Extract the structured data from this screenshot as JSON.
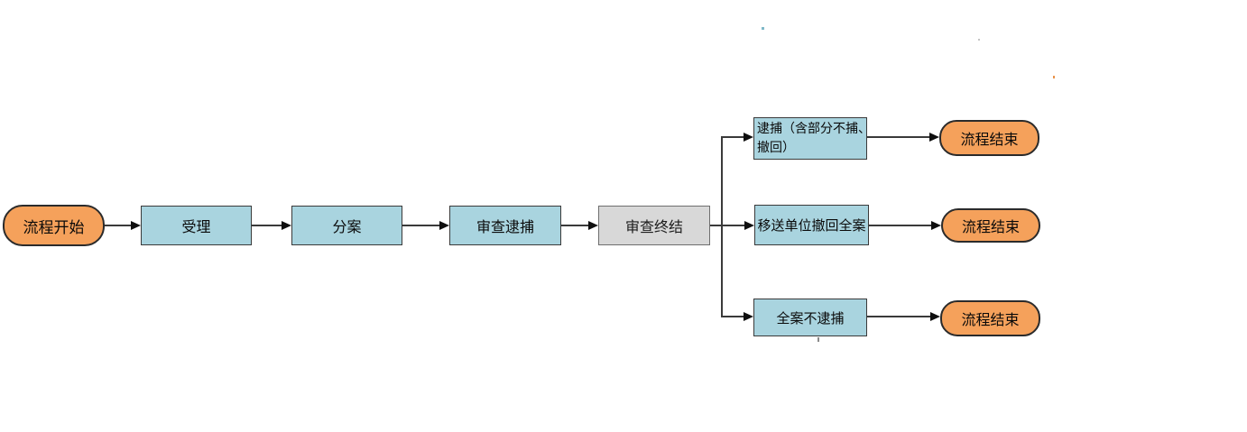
{
  "diagram": {
    "nodes": {
      "start": "流程开始",
      "step_accept": "受理",
      "step_assign": "分案",
      "step_review_arrest": "审查逮捕",
      "step_review_conclude": "审查终结",
      "branch_arrest_line1": "逮捕（含部分不捕、",
      "branch_arrest_line2": "撤回）",
      "branch_transfer_withdraw": "移送单位撤回全案",
      "branch_no_arrest": "全案不逮捕",
      "end_top": "流程结束",
      "end_mid": "流程结束",
      "end_bottom": "流程结束"
    },
    "colors": {
      "terminal_fill": "#F5A15B",
      "terminal_border": "#2b2b2b",
      "process_fill": "#A9D4DF",
      "process_border": "#3a3a3a",
      "final_step_fill": "#D8D8D8",
      "final_step_border": "#6e6e6e",
      "connector": "#3a3a3a",
      "arrowhead": "#0f0f0f",
      "text": "#0a0a0a",
      "background": "#ffffff"
    }
  }
}
